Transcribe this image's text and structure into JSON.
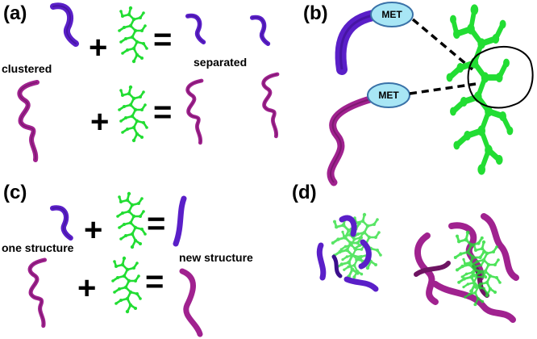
{
  "panels": {
    "a": {
      "label": "(a)",
      "captions": {
        "clustered": "clustered",
        "separated": "separated"
      },
      "plus": "+",
      "equals": "="
    },
    "b": {
      "label": "(b)",
      "residue_top": "MET",
      "residue_bottom": "MET"
    },
    "c": {
      "label": "(c)",
      "captions": {
        "one": "one structure",
        "new": "new structure"
      },
      "plus": "+",
      "equals": "="
    },
    "d": {
      "label": "(d)"
    }
  },
  "colors": {
    "peptide_blue": "#5a1fc8",
    "peptide_blue_dark": "#3b0f8c",
    "peptide_magenta": "#a0228f",
    "peptide_magenta_dark": "#6e1462",
    "ligand_green": "#22dd33",
    "met_fill": "#a8e6f5",
    "met_stroke": "#3a72a8"
  }
}
